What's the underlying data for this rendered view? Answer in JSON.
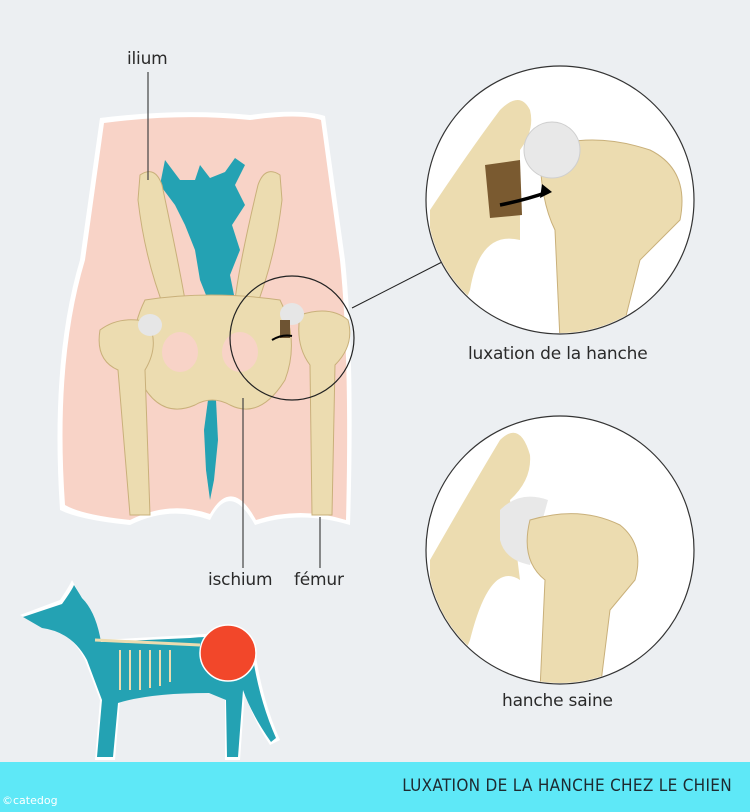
{
  "title": "LUXATION DE LA HANCHE CHEZ LE CHIEN",
  "credit": "©catedog",
  "labels": {
    "ilium": "ilium",
    "ischium": "ischium",
    "femur": "fémur",
    "luxation": "luxation de la hanche",
    "healthy": "hanche saine"
  },
  "colors": {
    "background": "#eceff2",
    "skin": "#f8d3c7",
    "bone": "#ecdcb0",
    "spine": "#24a2b3",
    "cartilage": "#e6e6e6",
    "footer": "#5ee8f7",
    "highlight": "#f2472a",
    "dog_body": "#24a2b3"
  },
  "insets": [
    {
      "name": "luxation",
      "caption": "luxation de la hanche"
    },
    {
      "name": "healthy",
      "caption": "hanche saine"
    }
  ]
}
